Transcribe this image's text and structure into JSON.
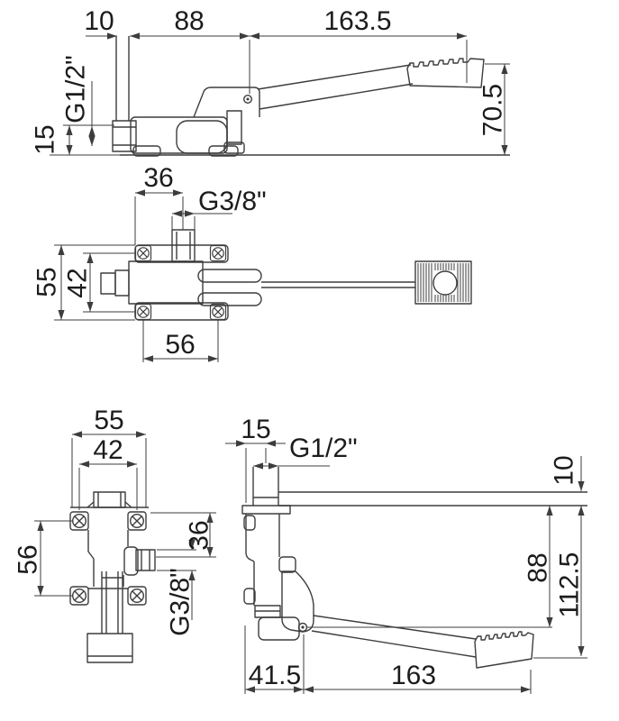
{
  "drawing": {
    "background": "#ffffff",
    "line_color": "#3d3d3d",
    "text_color": "#1c1c1c",
    "views": {
      "side_elevation": {
        "dims": {
          "pipe_width_10": "10",
          "body_length_88": "88",
          "pedal_length_163_5": "163.5",
          "thread_inlet": "G1/2\"",
          "height_15": "15",
          "pedal_height_70_5": "70.5"
        }
      },
      "plan": {
        "dims": {
          "outlet_offset_36": "36",
          "thread_outlet": "G3/8\"",
          "plate_width_55": "55",
          "hole_spacing_42": "42",
          "hole_spacing_56": "56"
        }
      },
      "front": {
        "dims": {
          "plate_width_55": "55",
          "hole_spacing_42": "42",
          "hole_spacing_56": "56",
          "outlet_offset_36": "36",
          "thread_outlet": "G3/8\""
        }
      },
      "side_elevation_mounted": {
        "dims": {
          "offset_15": "15",
          "thread_inlet": "G1/2\"",
          "panel_thickness_10": "10",
          "body_height_88": "88",
          "overall_height_112_5": "112.5",
          "pivot_offset_41_5": "41.5",
          "pedal_length_163": "163"
        }
      }
    }
  }
}
